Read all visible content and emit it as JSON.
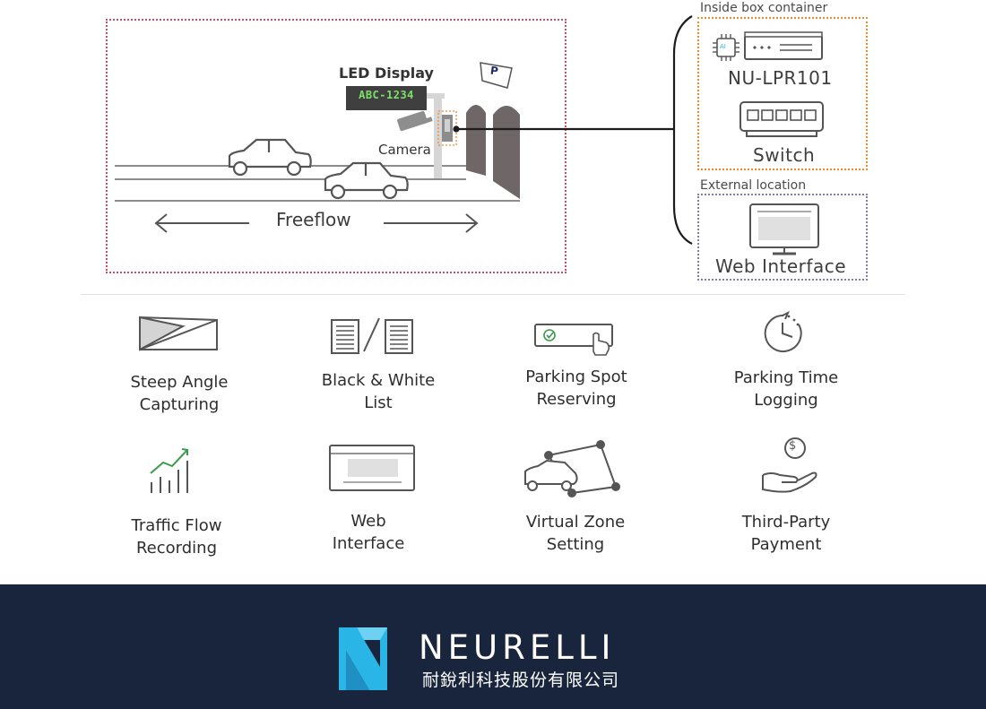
{
  "diagram": {
    "led_display_title": "LED Display",
    "led_plate_text": "ABC-1234",
    "camera_label": "Camera",
    "parking_sign": "P",
    "freeflow_label": "Freeflow",
    "inside_box_title": "Inside box container",
    "device_label": "NU-LPR101",
    "chip_letter": "AI",
    "switch_label": "Switch",
    "external_title": "External location",
    "web_interface_label": "Web Interface"
  },
  "features": [
    {
      "line1": "Steep Angle",
      "line2": "Capturing",
      "icon": "steep-angle-icon"
    },
    {
      "line1": "Black & White",
      "line2": "List",
      "icon": "black-white-list-icon"
    },
    {
      "line1": "Parking Spot",
      "line2": "Reserving",
      "icon": "parking-spot-icon"
    },
    {
      "line1": "Parking Time",
      "line2": "Logging",
      "icon": "clock-icon"
    },
    {
      "line1": "Traffic Flow",
      "line2": "Recording",
      "icon": "traffic-chart-icon"
    },
    {
      "line1": "Web",
      "line2": "Interface",
      "icon": "web-window-icon"
    },
    {
      "line1": "Virtual Zone",
      "line2": "Setting",
      "icon": "virtual-zone-icon"
    },
    {
      "line1": "Third-Party",
      "line2": "Payment",
      "icon": "payment-hand-icon"
    }
  ],
  "footer": {
    "brand_name": "NEURELLI",
    "brand_subtitle": "耐銳利科技股份有限公司"
  },
  "colors": {
    "scene_border": "#c8506a",
    "inside_border": "#ee8a2a",
    "external_border": "#8878b8",
    "footer_bg": "#19253c",
    "led_text": "#7ee06a",
    "logo_cyan": "#29b6e6"
  }
}
